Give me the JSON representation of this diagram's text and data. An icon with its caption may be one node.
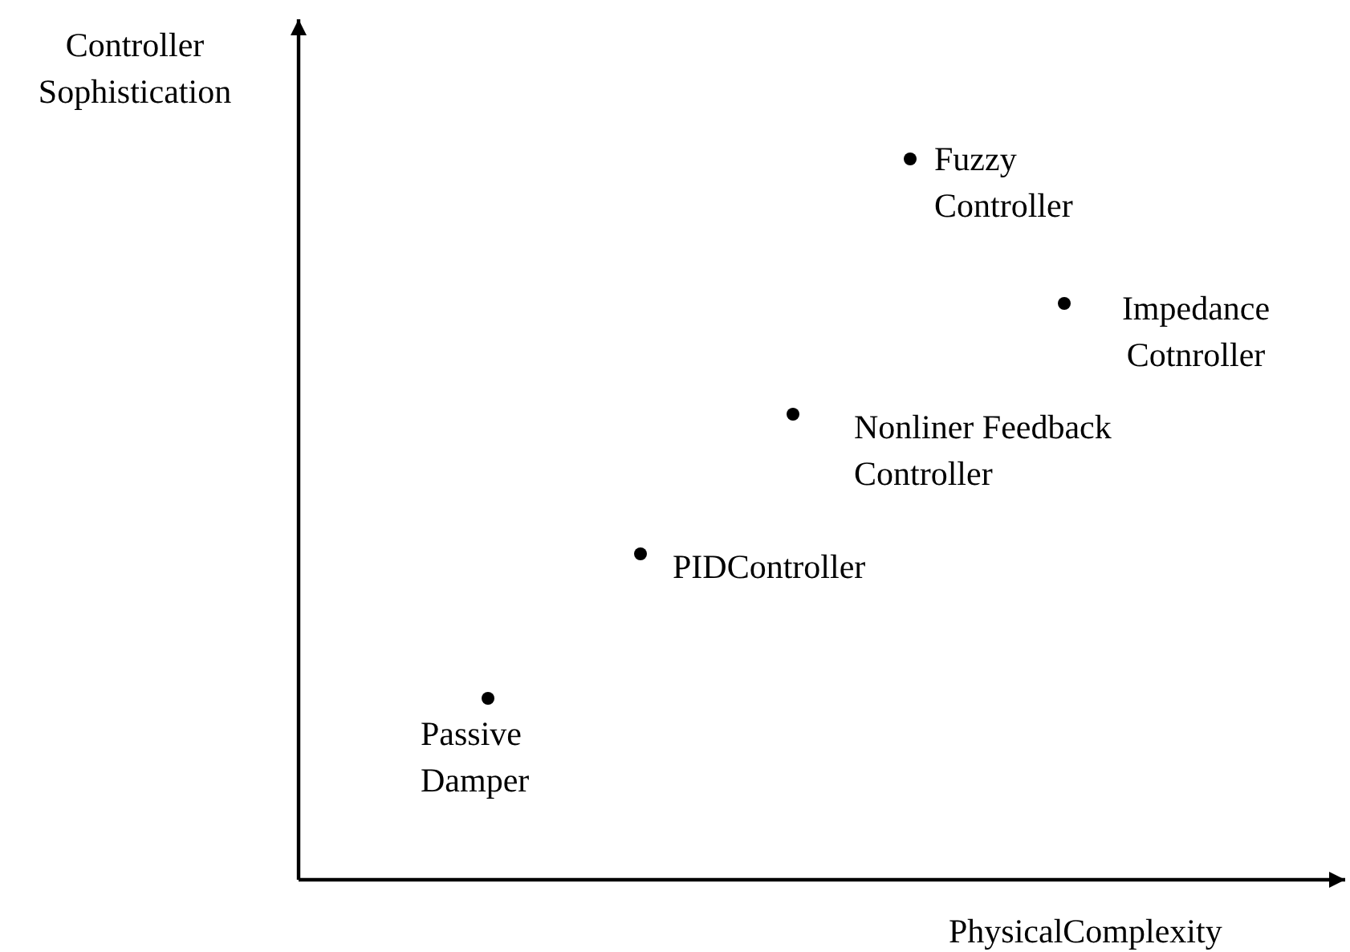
{
  "diagram": {
    "labels": [
      "Controller Sophistication",
      "Fuzzy Controller",
      "Impedance Cotnroller",
      "Nonliner Feedback Controller",
      "PIDController",
      "Passive Damper",
      "PhysicalComplexity"
    ]
  }
}
